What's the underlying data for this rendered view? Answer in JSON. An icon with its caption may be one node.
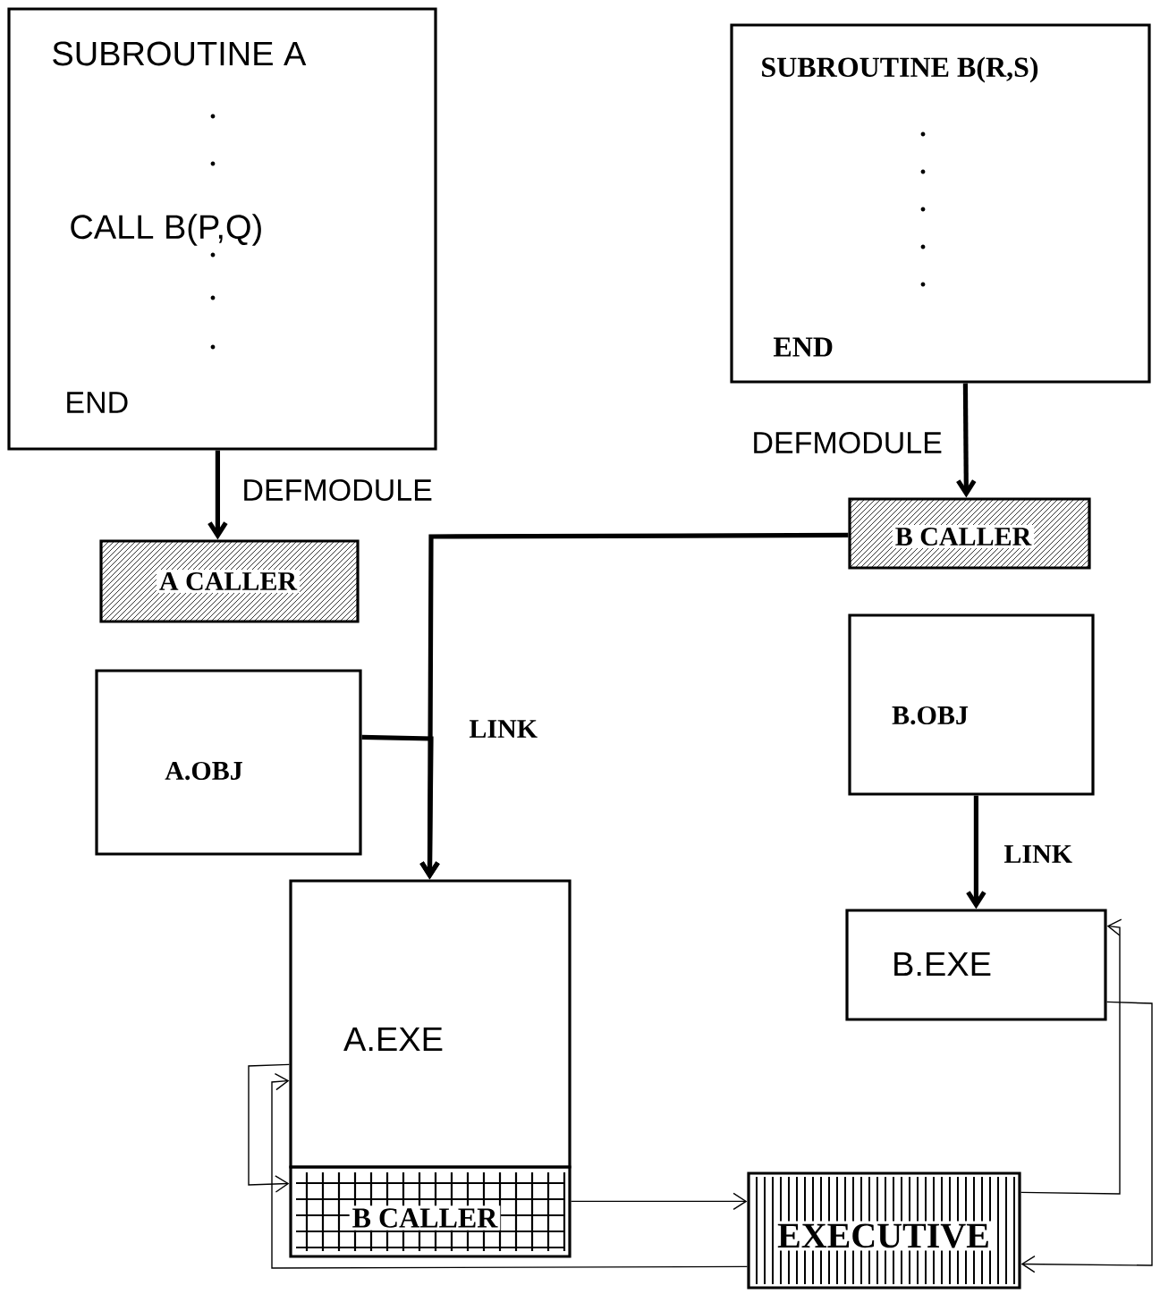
{
  "diagram": {
    "nodes": [
      {
        "text": [
          "SUBROUTINE A",
          "CALL B(P,Q)",
          "END"
        ]
      },
      {
        "text": [
          "SUBROUTINE B(R,S)",
          "END"
        ]
      },
      {
        "text": [
          "A CALLER"
        ]
      },
      {
        "text": [
          "B CALLER"
        ]
      },
      {
        "text": [
          "A.OBJ"
        ]
      },
      {
        "text": [
          "B.OBJ"
        ]
      },
      {
        "text": [
          "A.EXE"
        ]
      },
      {
        "text": [
          "B CALLER"
        ]
      },
      {
        "text": [
          "B.EXE"
        ]
      },
      {
        "text": [
          "EXECUTIVE"
        ]
      }
    ],
    "edges": [
      {
        "from": 0,
        "to": 2,
        "arrow": "to",
        "label": "DEFMODULE",
        "style": "thick"
      },
      {
        "from": 1,
        "to": 3,
        "arrow": "to",
        "label": "DEFMODULE",
        "style": "thick"
      },
      {
        "from": 3,
        "to": 6,
        "arrow": "to",
        "label": "LINK",
        "style": "thick"
      },
      {
        "from": 4,
        "to": 6,
        "arrow": "to",
        "style": "thick"
      },
      {
        "from": 5,
        "to": 8,
        "arrow": "to",
        "label": "LINK",
        "style": "thick"
      },
      {
        "from": 6,
        "to": 7,
        "arrow": "to"
      },
      {
        "from": 7,
        "to": 9,
        "arrow": "to"
      },
      {
        "from": 9,
        "to": 6,
        "arrow": "to"
      },
      {
        "from": 9,
        "to": 8,
        "arrow": "to"
      },
      {
        "from": 8,
        "to": 9,
        "arrow": "to"
      }
    ]
  }
}
